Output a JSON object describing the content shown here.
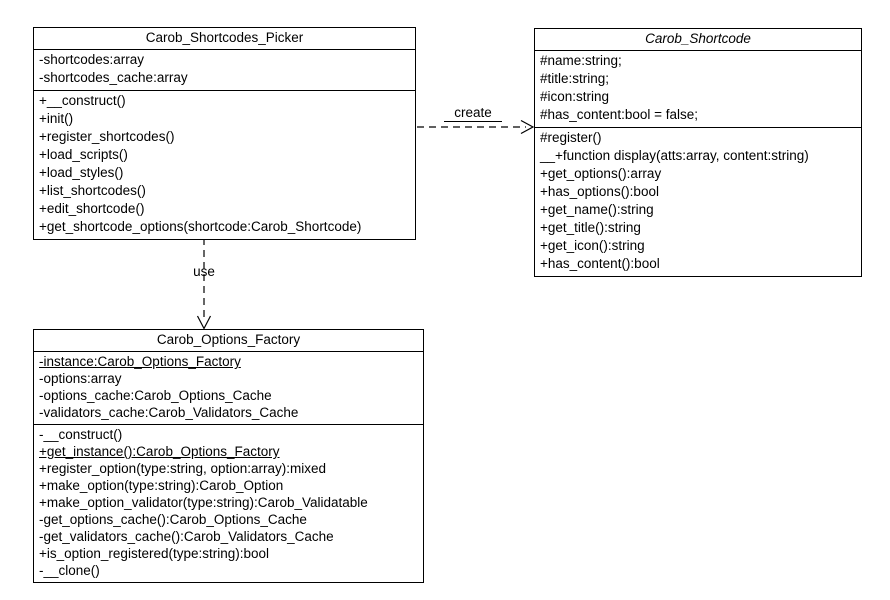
{
  "colors": {
    "background": "#ffffff",
    "stroke": "#000000",
    "text": "#000000"
  },
  "diagram": {
    "type": "uml-class-diagram",
    "classes": [
      {
        "name": "Carob_Shortcodes_Picker",
        "abstract": false,
        "attributes": [
          {
            "text": "-shortcodes:array",
            "underline": false
          },
          {
            "text": "-shortcodes_cache:array",
            "underline": false
          }
        ],
        "methods": [
          {
            "text": "+__construct()",
            "underline": false
          },
          {
            "text": "+init()",
            "underline": false
          },
          {
            "text": "+register_shortcodes()",
            "underline": false
          },
          {
            "text": "+load_scripts()",
            "underline": false
          },
          {
            "text": "+load_styles()",
            "underline": false
          },
          {
            "text": "+list_shortcodes()",
            "underline": false
          },
          {
            "text": "+edit_shortcode()",
            "underline": false
          },
          {
            "text": "+get_shortcode_options(shortcode:Carob_Shortcode)",
            "underline": false
          }
        ]
      },
      {
        "name": "Carob_Shortcode",
        "abstract": true,
        "attributes": [
          {
            "text": "#name:string;",
            "underline": false
          },
          {
            "text": "#title:string;",
            "underline": false
          },
          {
            "text": "#icon:string",
            "underline": false
          },
          {
            "text": "#has_content:bool = false;",
            "underline": false
          }
        ],
        "methods": [
          {
            "text": "#register()",
            "underline": false
          },
          {
            "text": "__+function display(atts:array, content:string)",
            "underline": false
          },
          {
            "text": "+get_options():array",
            "underline": false
          },
          {
            "text": "+has_options():bool",
            "underline": false
          },
          {
            "text": "+get_name():string",
            "underline": false
          },
          {
            "text": "+get_title():string",
            "underline": false
          },
          {
            "text": "+get_icon():string",
            "underline": false
          },
          {
            "text": "+has_content():bool",
            "underline": false
          }
        ]
      },
      {
        "name": "Carob_Options_Factory",
        "abstract": false,
        "attributes": [
          {
            "text": "-instance:Carob_Options_Factory",
            "underline": true
          },
          {
            "text": "-options:array",
            "underline": false
          },
          {
            "text": "-options_cache:Carob_Options_Cache",
            "underline": false
          },
          {
            "text": "-validators_cache:Carob_Validators_Cache",
            "underline": false
          }
        ],
        "methods": [
          {
            "text": "-__construct()",
            "underline": false
          },
          {
            "text": "+get_instance():Carob_Options_Factory",
            "underline": true
          },
          {
            "text": "+register_option(type:string, option:array):mixed",
            "underline": false
          },
          {
            "text": "+make_option(type:string):Carob_Option",
            "underline": false
          },
          {
            "text": "+make_option_validator(type:string):Carob_Validatable",
            "underline": false
          },
          {
            "text": "-get_options_cache():Carob_Options_Cache",
            "underline": false
          },
          {
            "text": "-get_validators_cache():Carob_Validators_Cache",
            "underline": false
          },
          {
            "text": "+is_option_registered(type:string):bool",
            "underline": false
          },
          {
            "text": "-__clone()",
            "underline": false
          }
        ]
      }
    ],
    "relations": [
      {
        "label": "create",
        "from": "Carob_Shortcodes_Picker",
        "to": "Carob_Shortcode",
        "style": "dashed-dependency"
      },
      {
        "label": "use",
        "from": "Carob_Shortcodes_Picker",
        "to": "Carob_Options_Factory",
        "style": "dashed-dependency"
      }
    ]
  }
}
